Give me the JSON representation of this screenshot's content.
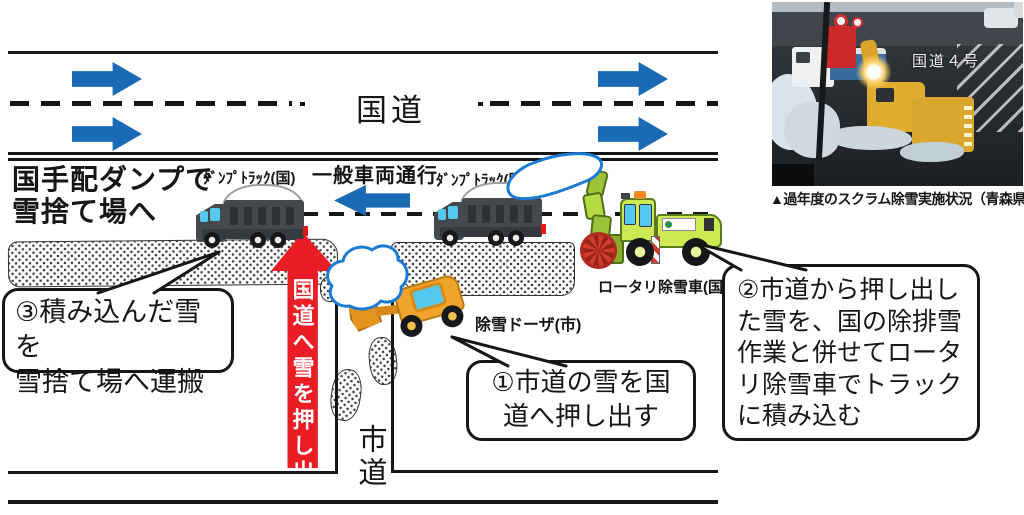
{
  "diagram": {
    "national_road": "国道",
    "city_road": "市道",
    "general_traffic": "一般車両通行",
    "left_note": "国手配ダンプで\n雪捨て場へ",
    "red_arrow_text": "国道へ雪を押し出す",
    "vehicle_labels": {
      "dump_truck_left": "ﾀﾞﾝﾌﾟﾄﾗｯｸ(国)",
      "dump_truck_right": "ﾀﾞﾝﾌﾟﾄﾗｯｸ(国)",
      "rotary_plow": "ロータリ除雪車(国)",
      "snow_dozer": "除雪ドーザ(市)"
    },
    "callouts": {
      "step1": "①市道の雪を国\n道へ押し出す",
      "step2": "②市道から押し出し\nた雪を、国の除排雪\n作業と併せてロータ\nリ除雪車でトラック\nに積み込む",
      "step3": "③積み込んだ雪を\n雪捨て場へ運搬"
    }
  },
  "photo": {
    "overlay_label": "国道４号",
    "caption": "▲過年度のスクラム除雪実施状況（青森県）"
  },
  "colors": {
    "arrow_blue": "#1a6ab5",
    "arrow_red": "#ea1c24",
    "truck_body": "#45484d",
    "loader_body": "#f0a42c",
    "rotary_body": "#cdea55",
    "rotary_wheel_red": "#d23b30",
    "window_blue": "#55c8f0"
  }
}
